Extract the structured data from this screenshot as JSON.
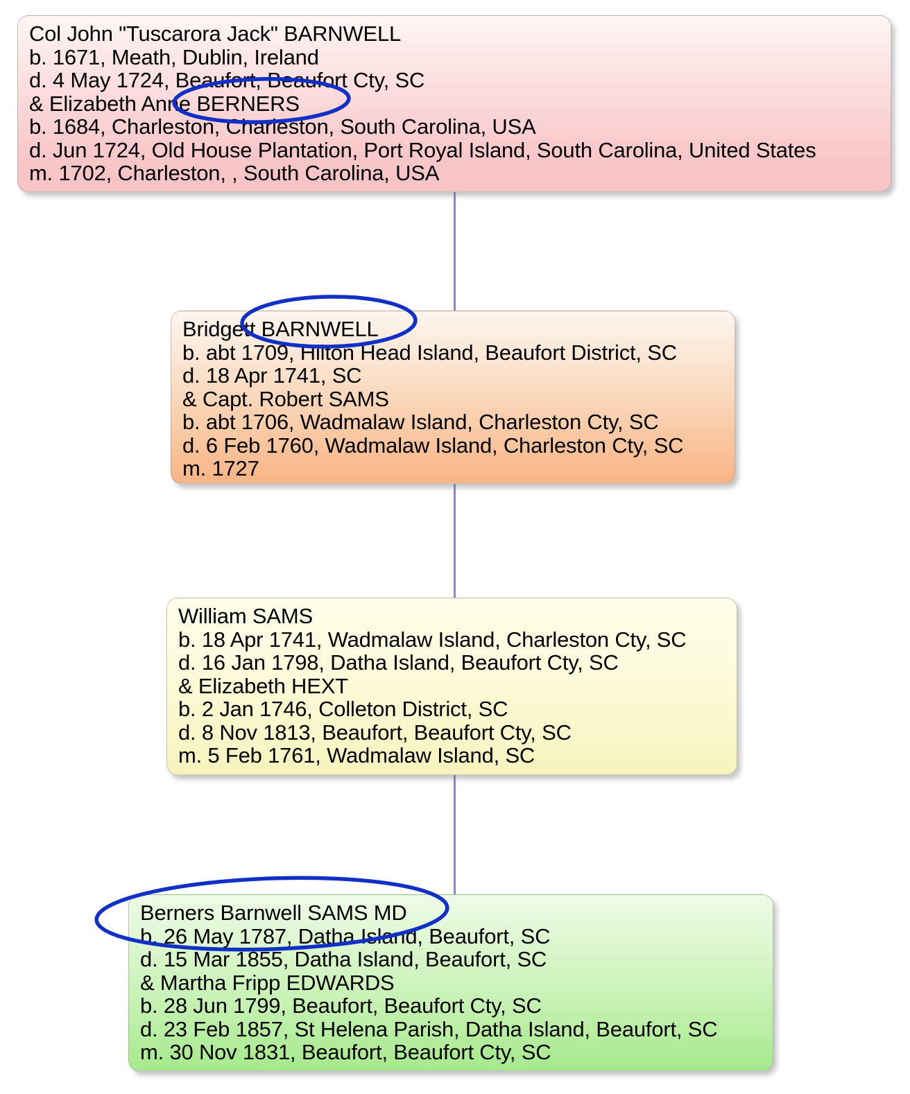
{
  "document": {
    "title": "Barnwell-Sams Descendant Chart",
    "background_color": "#ffffff"
  },
  "style": {
    "connector_color": "#8b86cb",
    "highlight_color": "#1130c6",
    "text_color": "#000000"
  },
  "boxes": [
    {
      "id": "col-john-barnwell",
      "generation": 1,
      "accent_color": "#f8c3c5",
      "lines": [
        "Col John \"Tuscarora Jack\" BARNWELL",
        "b. 1671, Meath, Dublin, Ireland",
        "d. 4 May 1724, Beaufort, Beaufort Cty, SC",
        "& Elizabeth Anne BERNERS",
        "b. 1684, Charleston, Charleston, South Carolina, USA",
        "d. Jun 1724, Old House Plantation, Port Royal Island, South Carolina, United States",
        "m. 1702, Charleston, , South Carolina, USA"
      ]
    },
    {
      "id": "bridgett-barnwell",
      "generation": 2,
      "accent_color": "#f7b588",
      "lines": [
        "Bridgett BARNWELL",
        "b. abt 1709, Hilton Head Island, Beaufort District, SC",
        "d. 18 Apr 1741, SC",
        "& Capt. Robert SAMS",
        "b. abt 1706, Wadmalaw Island, Charleston Cty, SC",
        "d. 6 Feb 1760, Wadmalaw Island, Charleston Cty, SC",
        "m. 1727"
      ]
    },
    {
      "id": "william-sams",
      "generation": 3,
      "accent_color": "#f7f3be",
      "lines": [
        "William SAMS",
        "b. 18 Apr 1741, Wadmalaw Island, Charleston Cty, SC",
        "d. 16 Jan 1798, Datha Island, Beaufort Cty, SC",
        "& Elizabeth HEXT",
        "b. 2 Jan 1746, Colleton District, SC",
        "d. 8 Nov 1813, Beaufort, Beaufort Cty, SC",
        "m. 5 Feb 1761, Wadmalaw Island, SC"
      ]
    },
    {
      "id": "berners-barnwell-sams",
      "generation": 4,
      "accent_color": "#a6e98d",
      "lines": [
        "Berners Barnwell SAMS MD",
        "b. 26 May 1787, Datha Island, Beaufort, SC",
        "d. 15 Mar 1855, Datha Island, Beaufort, SC",
        "& Martha Fripp EDWARDS",
        "b. 28 Jun 1799, Beaufort, Beaufort Cty, SC",
        "d. 23 Feb 1857, St Helena Parish, Datha Island, Beaufort, SC",
        "m. 30 Nov 1831, Beaufort, Beaufort Cty, SC"
      ]
    }
  ],
  "highlights": [
    {
      "id": "highlight-berners-surname",
      "target_text": "Elizabeth Anne BERNERS"
    },
    {
      "id": "highlight-bridgett-barnwell",
      "target_text": "Bridgett BARNWELL"
    },
    {
      "id": "highlight-berners-barnwell-sams",
      "target_text": "Berners Barnwell SAMS MD"
    }
  ]
}
